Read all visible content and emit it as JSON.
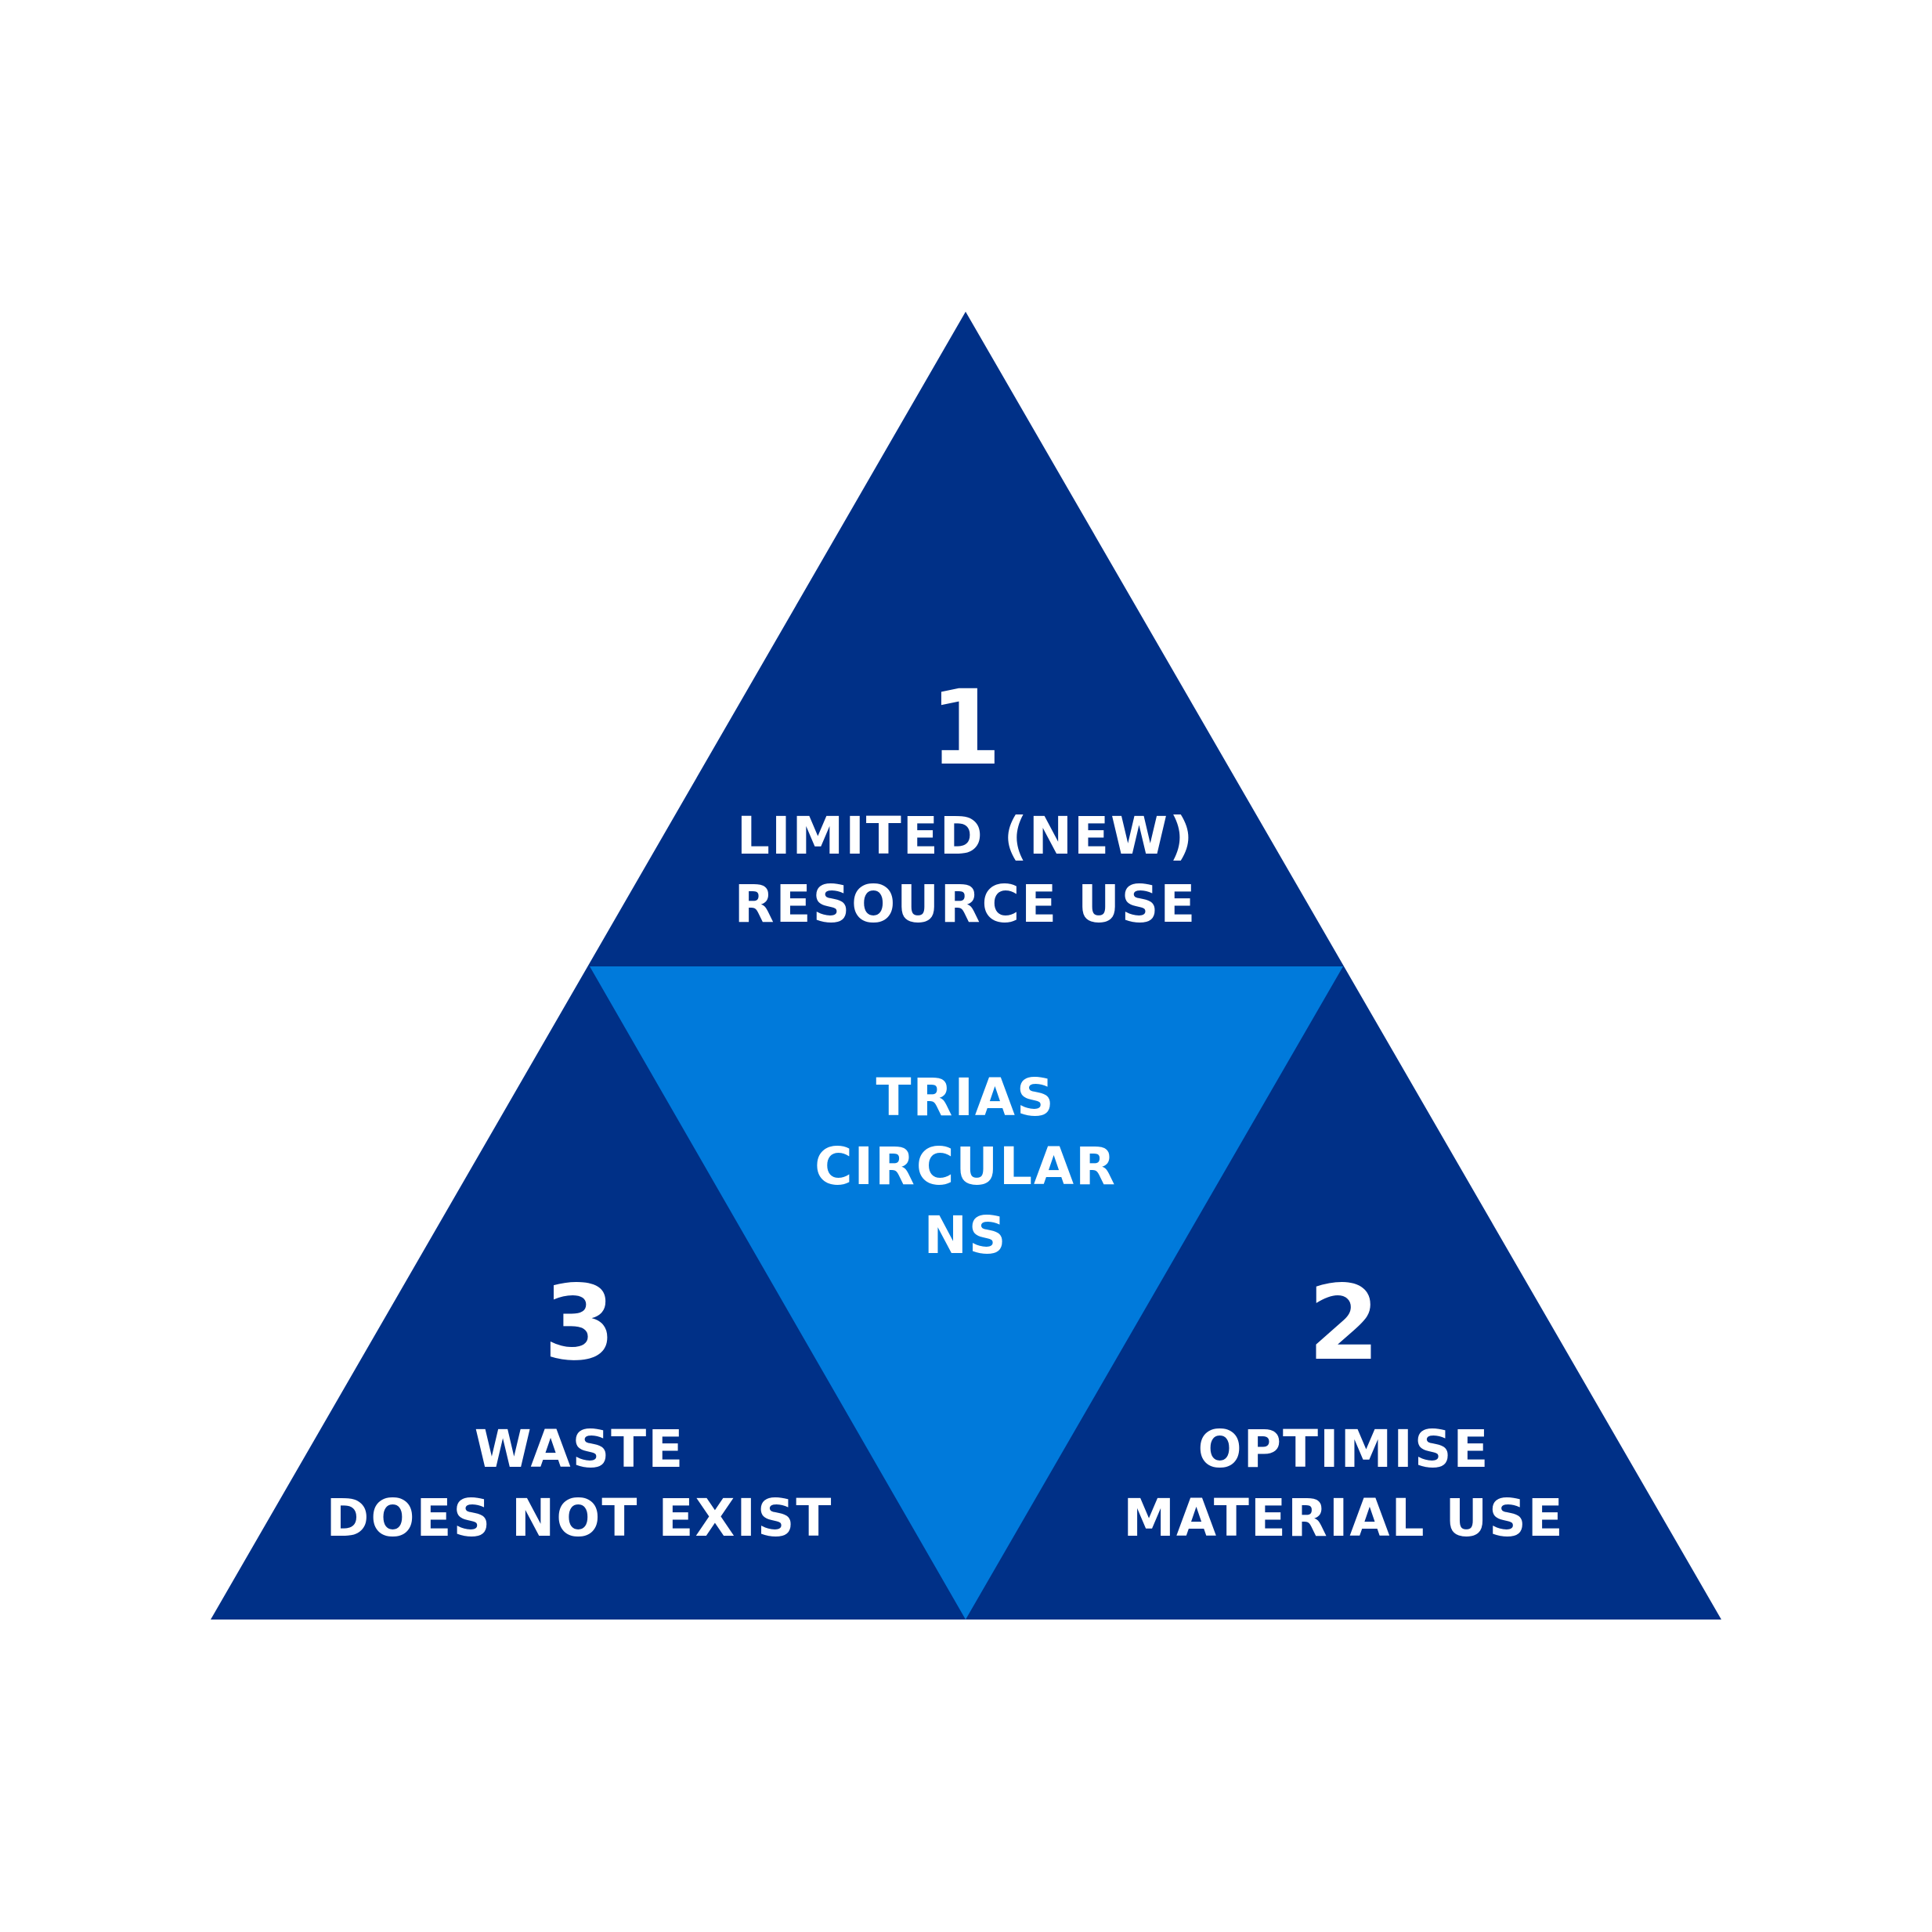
{
  "colors": {
    "background": "#ffffff",
    "outer_triangle": "#003087",
    "center_triangle": "#007ADB",
    "text": "#ffffff"
  },
  "center": {
    "line1": "TRIAS",
    "line2": "CIRCULAR",
    "line3": "NS"
  },
  "sections": {
    "top": {
      "number": "1",
      "line1": "LIMITED (NEW)",
      "line2": "RESOURCE USE"
    },
    "right": {
      "number": "2",
      "line1": "OPTIMISE",
      "line2": "MATERIAL USE"
    },
    "left": {
      "number": "3",
      "line1": "WASTE",
      "line2": "DOES NOT EXIST"
    }
  }
}
